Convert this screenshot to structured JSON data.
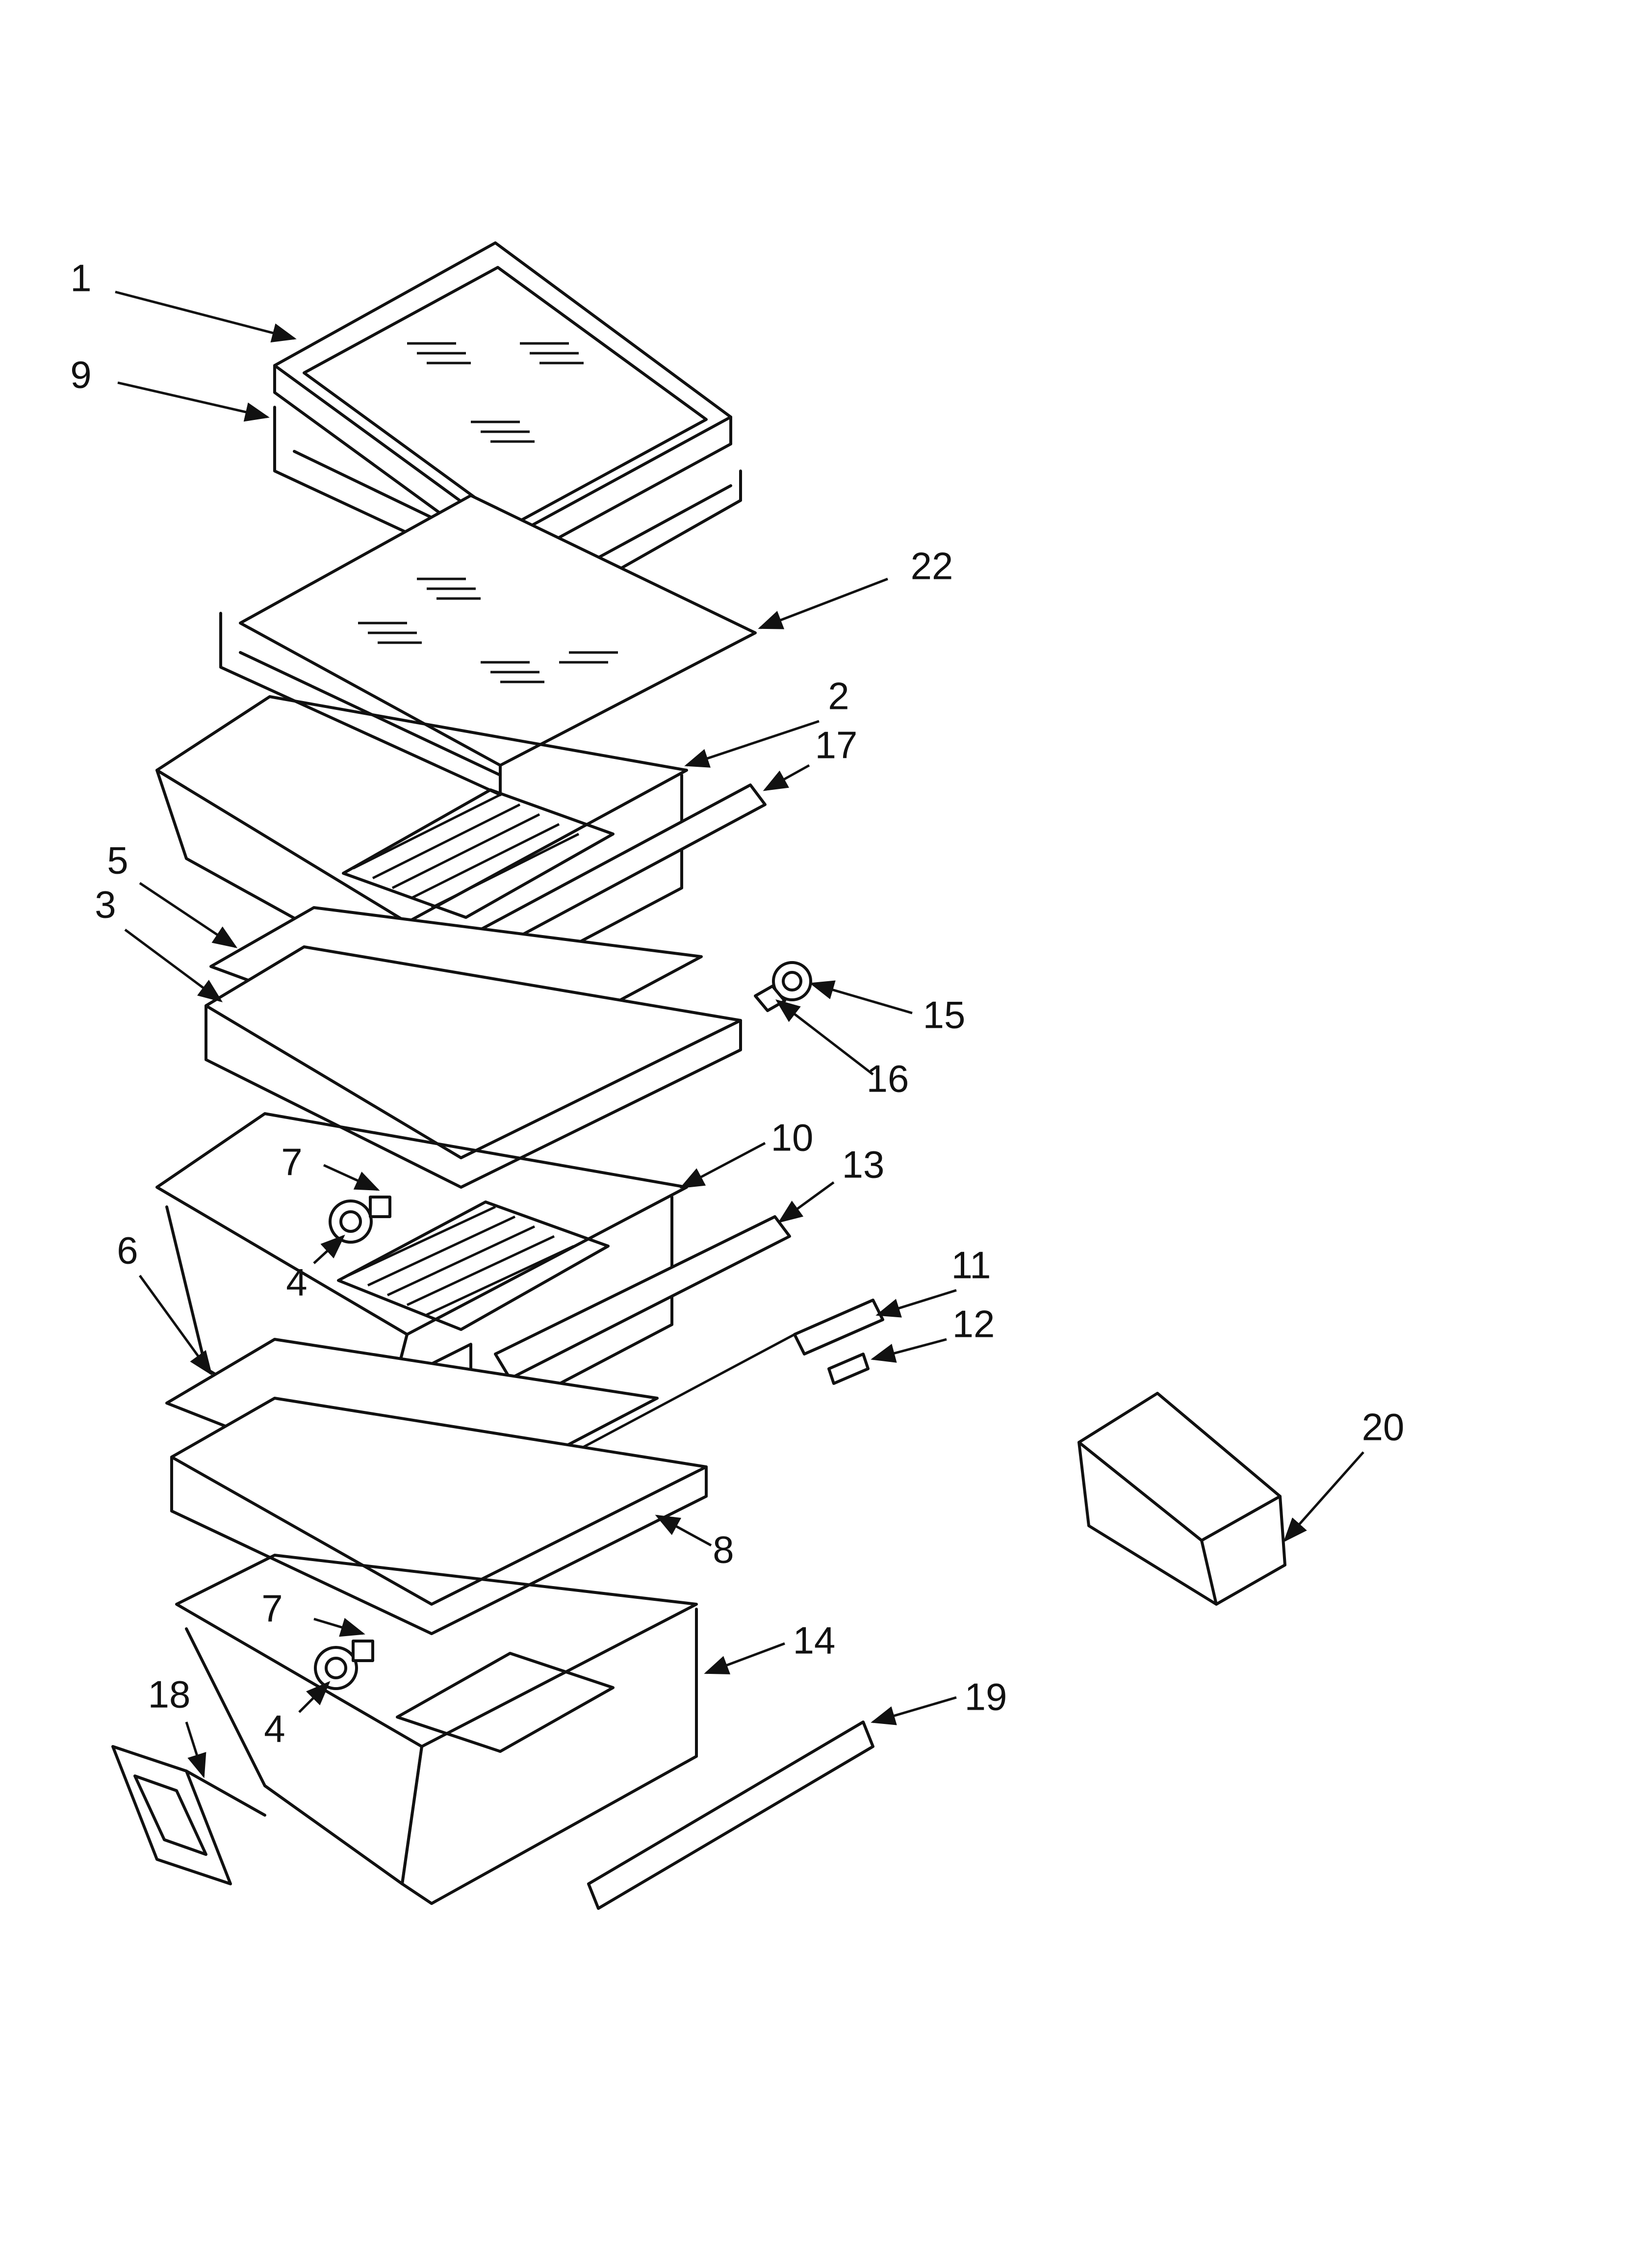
{
  "diagram": {
    "callouts": [
      {
        "id": "c1",
        "label": "1"
      },
      {
        "id": "c9",
        "label": "9"
      },
      {
        "id": "c22",
        "label": "22"
      },
      {
        "id": "c2",
        "label": "2"
      },
      {
        "id": "c17",
        "label": "17"
      },
      {
        "id": "c5",
        "label": "5"
      },
      {
        "id": "c3",
        "label": "3"
      },
      {
        "id": "c15",
        "label": "15"
      },
      {
        "id": "c16",
        "label": "16"
      },
      {
        "id": "c10",
        "label": "10"
      },
      {
        "id": "c13",
        "label": "13"
      },
      {
        "id": "c7a",
        "label": "7"
      },
      {
        "id": "c4a",
        "label": "4"
      },
      {
        "id": "c6",
        "label": "6"
      },
      {
        "id": "c11",
        "label": "11"
      },
      {
        "id": "c12",
        "label": "12"
      },
      {
        "id": "c20",
        "label": "20"
      },
      {
        "id": "c8",
        "label": "8"
      },
      {
        "id": "c7b",
        "label": "7"
      },
      {
        "id": "c14",
        "label": "14"
      },
      {
        "id": "c18",
        "label": "18"
      },
      {
        "id": "c4b",
        "label": "4"
      },
      {
        "id": "c19",
        "label": "19"
      }
    ]
  }
}
